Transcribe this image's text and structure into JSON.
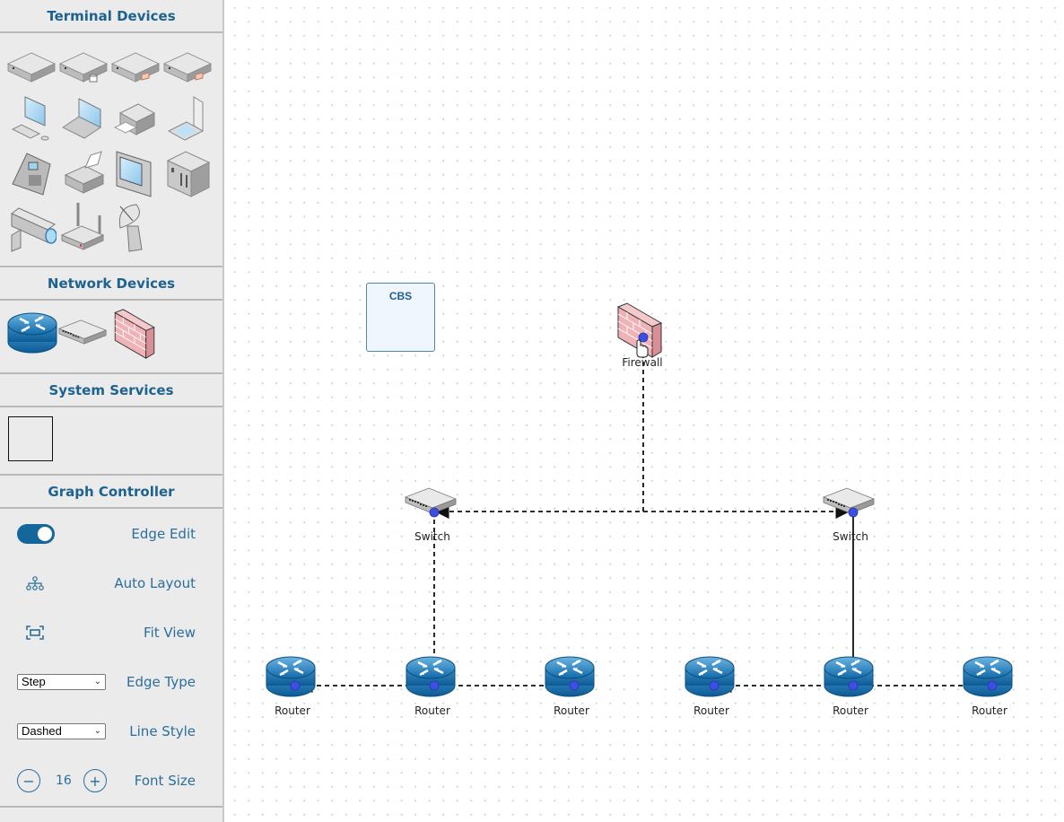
{
  "sidebar": {
    "sections": [
      {
        "title": "Terminal Devices"
      },
      {
        "title": "Network Devices"
      },
      {
        "title": "System Services"
      },
      {
        "title": "Graph Controller"
      }
    ],
    "terminal_devices": [
      "server-icon",
      "server-database-icon",
      "server-card-icon",
      "server-card-2-icon",
      "desktop-pc-icon",
      "laptop-icon",
      "printer-icon",
      "tablet-icon",
      "ip-phone-icon",
      "fax-icon",
      "monitor-panel-icon",
      "mainframe-icon",
      "camera-icon",
      "wireless-router-icon",
      "satellite-dish-icon"
    ],
    "network_devices": [
      "router-icon",
      "switch-icon",
      "firewall-icon"
    ],
    "system_services": [
      "service-box-icon"
    ],
    "controller": {
      "edge_edit_label": "Edge Edit",
      "edge_edit_on": true,
      "auto_layout_label": "Auto Layout",
      "fit_view_label": "Fit View",
      "edge_type_label": "Edge Type",
      "edge_type_value": "Step",
      "line_style_label": "Line Style",
      "line_style_value": "Dashed",
      "font_size_label": "Font Size",
      "font_size_value": "16",
      "minus": "−",
      "plus": "+"
    }
  },
  "canvas": {
    "group": {
      "title": "CBS"
    },
    "nodes": {
      "firewall": {
        "label": "Firewall"
      },
      "switch1": {
        "label": "Switch"
      },
      "switch2": {
        "label": "Switch"
      },
      "router1": {
        "label": "Router"
      },
      "router2": {
        "label": "Router"
      },
      "router3": {
        "label": "Router"
      },
      "router4": {
        "label": "Router"
      },
      "router5": {
        "label": "Router"
      },
      "router6": {
        "label": "Router"
      }
    },
    "colors": {
      "port": "#3d4fe0",
      "router": "#1a78b8",
      "edge": "#111111"
    }
  }
}
